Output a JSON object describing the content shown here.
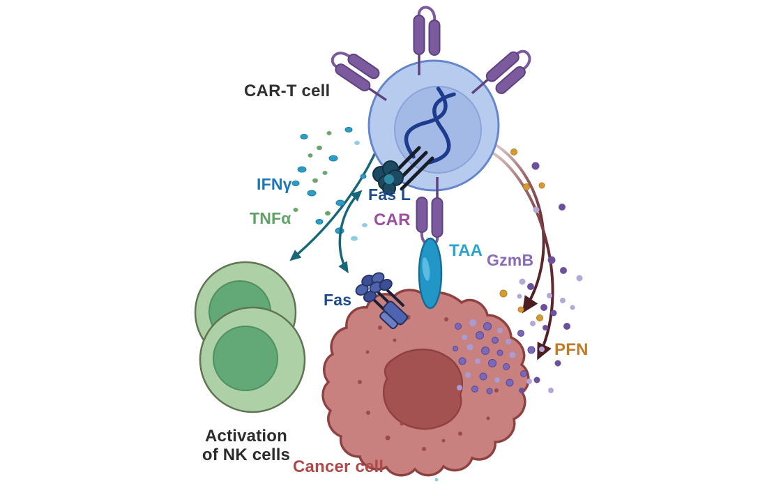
{
  "figure": {
    "type": "immunology-mechanism-diagram",
    "labels": {
      "car_t_cell": "CAR-T cell",
      "ifn_gamma": "IFNγ",
      "tnf_alpha": "TNFα",
      "fas_ligand": "Fas L",
      "car": "CAR",
      "taa": "TAA",
      "granzyme_b": "GzmB",
      "perforin": "PFN",
      "fas": "Fas",
      "nk_activation_line1": "Activation",
      "nk_activation_line2": "of NK cells",
      "cancer_cell": "Cancer cell"
    },
    "colors": {
      "car_t_cell_body": "#b7cbee",
      "car_t_cell_border": "#6585cd",
      "car_t_nucleus": "#a3b9e6",
      "dna_helix": "#1d3c8e",
      "car_receptor": "#7b5a9e",
      "nk_cell_body": "#aed0a6",
      "nk_cell_nucleus": "#63a877",
      "cancer_cell_body": "#c98180",
      "cancer_cell_nucleus": "#a35251",
      "taa_antigen": "#2396c8",
      "fas_ligand_complex": "#1c4a63",
      "fas_receptor": "#5064ae",
      "cytokine_teal": "#2e9cc3",
      "cytokine_green": "#6ba56b",
      "teal_arrow": "#176779",
      "maroon_arrow": "#4c1d21",
      "granzyme_dot": "#6b509c",
      "perforin_dot": "#d79b33"
    }
  }
}
